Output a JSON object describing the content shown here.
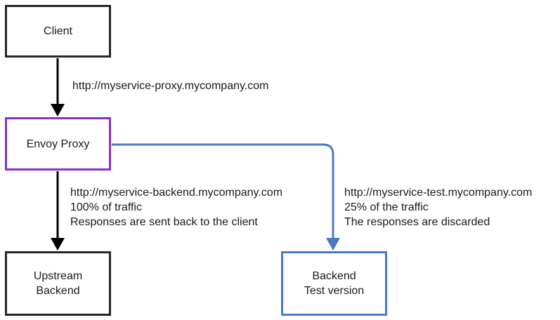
{
  "nodes": {
    "client": {
      "label": "Client"
    },
    "envoy_proxy": {
      "label": "Envoy Proxy"
    },
    "upstream_backend": {
      "lines": [
        "Upstream",
        "Backend"
      ]
    },
    "backend_test": {
      "lines": [
        "Backend",
        "Test version"
      ]
    }
  },
  "edges": {
    "client_to_proxy": {
      "lines": [
        "http://myservice-proxy.mycompany.com"
      ]
    },
    "proxy_to_backend": {
      "lines": [
        "http://myservice-backend.mycompany.com",
        "100% of traffic",
        "Responses are sent back to the client"
      ]
    },
    "proxy_to_test": {
      "lines": [
        "http://myservice-test.mycompany.com",
        "25% of the traffic",
        "The responses are discarded"
      ]
    }
  },
  "colors": {
    "default_stroke": "#262626",
    "proxy_border": "#8b2ecc",
    "test_route": "#4a7ac6"
  }
}
